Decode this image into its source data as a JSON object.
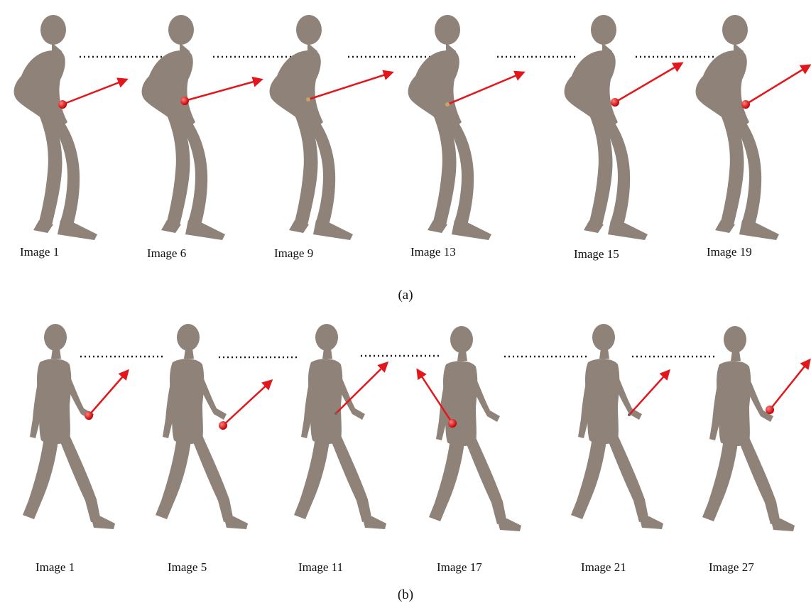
{
  "panel_a": {
    "caption": "(a)",
    "frames": [
      {
        "label": "Image 1"
      },
      {
        "label": "Image 6"
      },
      {
        "label": "Image 9"
      },
      {
        "label": "Image 13"
      },
      {
        "label": "Image 15"
      },
      {
        "label": "Image 19"
      }
    ]
  },
  "panel_b": {
    "caption": "(b)",
    "frames": [
      {
        "label": "Image 1"
      },
      {
        "label": "Image 5"
      },
      {
        "label": "Image 11"
      },
      {
        "label": "Image 17"
      },
      {
        "label": "Image 21"
      },
      {
        "label": "Image 27"
      }
    ]
  },
  "colors": {
    "figure": "#8e8279",
    "figure_shade": "#6f645c",
    "arrow": "#e2161b",
    "marker": "#e01a1a",
    "dots": "#1a1a1a"
  }
}
